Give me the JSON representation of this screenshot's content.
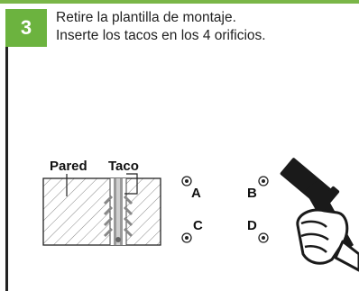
{
  "step": {
    "number": "3"
  },
  "instructions": {
    "line1": "Retire la plantilla de montaje.",
    "line2": "Inserte los tacos en los 4 orificios."
  },
  "diagram": {
    "wall_label": "Pared",
    "anchor_label": "Taco",
    "holes": [
      {
        "label": "A"
      },
      {
        "label": "B"
      },
      {
        "label": "C"
      },
      {
        "label": "D"
      }
    ]
  },
  "icons": [
    "hammer-in-hand-icon"
  ],
  "colors": {
    "accent": "#6cb33f",
    "top_bar": "#7ab648",
    "line": "#222222"
  }
}
